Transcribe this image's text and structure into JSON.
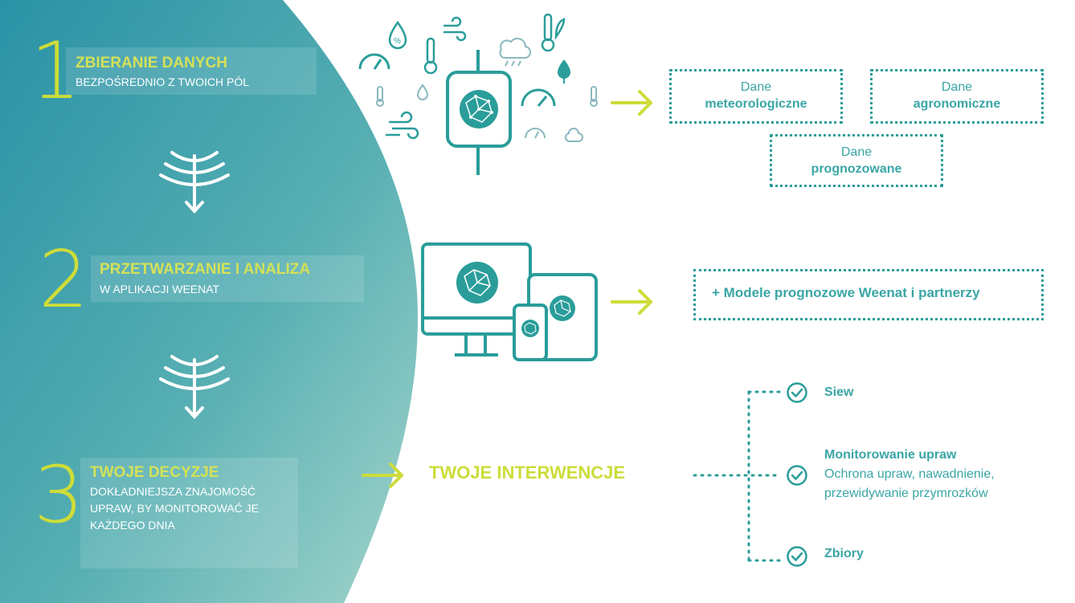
{
  "steps": [
    {
      "number": "1",
      "title": "ZBIERANIE DANYCH",
      "subtitle": "BEZPOŚREDNIO Z TWOICH PÓL"
    },
    {
      "number": "2",
      "title": "PRZETWARZANIE I ANALIZA",
      "subtitle": "W APLIKACJI WEENAT"
    },
    {
      "number": "3",
      "title": "TWOJE DECYZJE",
      "subtitle_lines": [
        "DOKŁADNIEJSZA ZNAJOMOŚĆ",
        "UPRAW, BY MONITOROWAĆ JE",
        "KAŻDEGO DNIA"
      ]
    }
  ],
  "data_boxes": [
    {
      "line1": "Dane",
      "line2": "meteorologiczne"
    },
    {
      "line1": "Dane",
      "line2": "agronomiczne"
    },
    {
      "line1": "Dane",
      "line2": "prognozowane"
    }
  ],
  "models_label": "+ Modele prognozowe Weenat i partnerzy",
  "interventions_label": "TWOJE INTERWENCJE",
  "results": [
    {
      "title": "Siew"
    },
    {
      "title": "Monitorowanie upraw",
      "details": [
        "Ochrona upraw, nawadnienie,",
        "przewidywanie przymrozków"
      ]
    },
    {
      "title": "Zbiory"
    }
  ],
  "colors": {
    "teal": "#2a9d9a",
    "lime": "#cddc39",
    "panel_dark": "#2f9aa7",
    "panel_light": "#8ecac2"
  },
  "icons": [
    "humidity-icon",
    "thermometer-icon",
    "wind-icon",
    "rain-cloud-icon",
    "leaf-thermometer-icon",
    "gauge-icon",
    "leaf-icon",
    "drop-icon",
    "sensor-icon",
    "monitor-icon",
    "tablet-icon",
    "phone-icon",
    "check-icon",
    "arrow-right-icon",
    "chevrons-down-icon"
  ]
}
